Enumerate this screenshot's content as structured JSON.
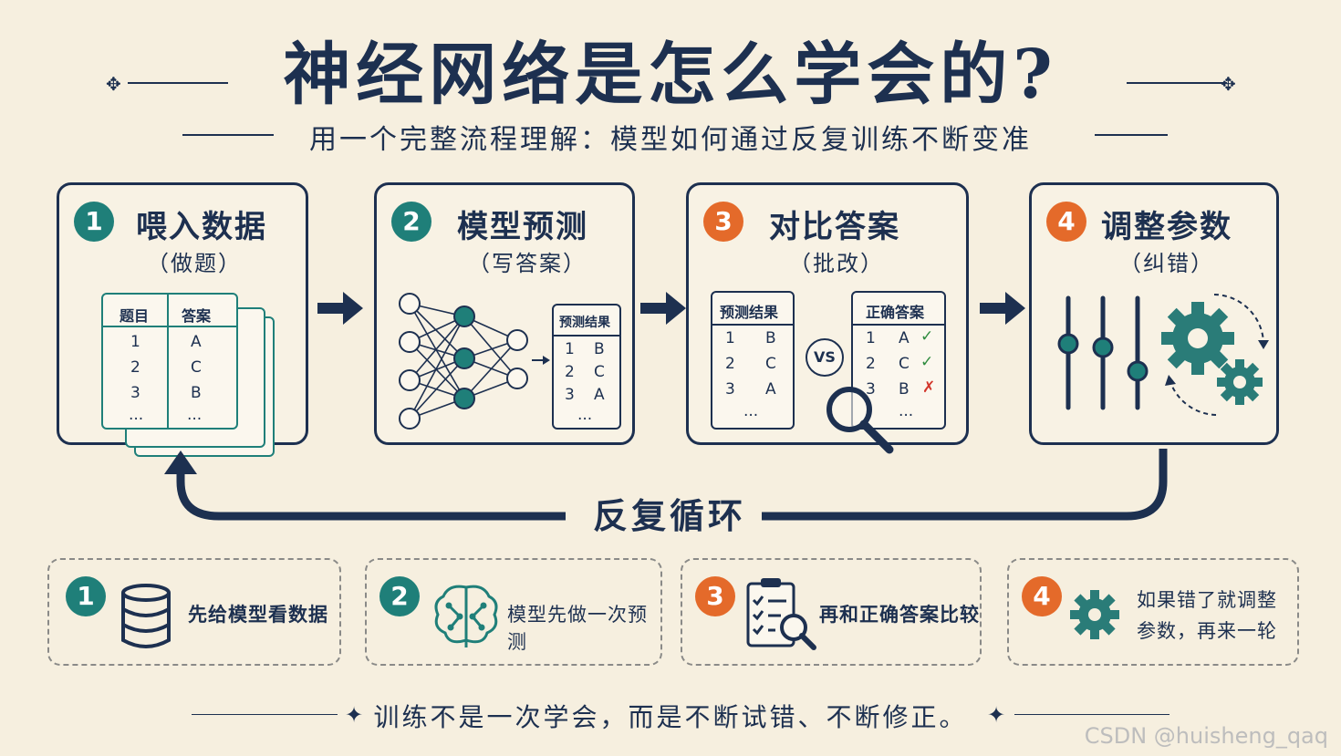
{
  "title": "神经网络是怎么学会的?",
  "subtitle": "用一个完整流程理解：模型如何通过反复训练不断变准",
  "steps": [
    {
      "num": "1",
      "title": "喂入数据",
      "sub": "（做题）",
      "table": {
        "headers": [
          "题目",
          "答案"
        ],
        "rows": [
          [
            "1",
            "A"
          ],
          [
            "2",
            "C"
          ],
          [
            "3",
            "B"
          ],
          [
            "...",
            "..."
          ]
        ]
      }
    },
    {
      "num": "2",
      "title": "模型预测",
      "sub": "（写答案）",
      "table": {
        "header": "预测结果",
        "rows": [
          [
            "1",
            "B"
          ],
          [
            "2",
            "C"
          ],
          [
            "3",
            "A"
          ],
          [
            "...",
            ""
          ]
        ]
      }
    },
    {
      "num": "3",
      "title": "对比答案",
      "sub": "（批改）",
      "pred": {
        "header": "预测结果",
        "rows": [
          [
            "1",
            "B"
          ],
          [
            "2",
            "C"
          ],
          [
            "3",
            "A"
          ],
          [
            "...",
            ""
          ]
        ]
      },
      "vs": "VS",
      "truth": {
        "header": "正确答案",
        "rows": [
          [
            "1",
            "A"
          ],
          [
            "2",
            "C"
          ],
          [
            "3",
            "B"
          ],
          [
            "...",
            ""
          ]
        ]
      }
    },
    {
      "num": "4",
      "title": "调整参数",
      "sub": "（纠错）"
    }
  ],
  "loop_label": "反复循环",
  "bottom": [
    {
      "num": "1",
      "text": "先给模型看数据",
      "icon": "database-icon"
    },
    {
      "num": "2",
      "text": "模型先做一次预测",
      "icon": "brain-icon"
    },
    {
      "num": "3",
      "text": "再和正确答案比较",
      "icon": "checklist-search-icon"
    },
    {
      "num": "4",
      "line1": "如果错了就调整",
      "line2": "参数，再来一轮",
      "icon": "gear-icon"
    }
  ],
  "footer": "训练不是一次学会，而是不断试错、不断修正。",
  "watermark": "CSDN @huisheng_qaq",
  "colors": {
    "navy": "#1d3050",
    "teal": "#1f7f79",
    "orange": "#e46a2a",
    "paper": "#f6efdf"
  }
}
